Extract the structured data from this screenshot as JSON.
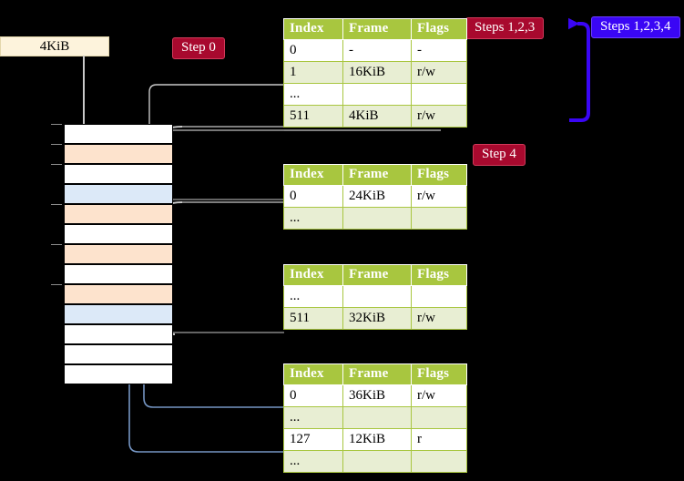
{
  "labels": {
    "kib_box": "4KiB",
    "step0": "Step 0",
    "steps123": "Steps 1,2,3",
    "steps1234": "Steps 1,2,3,4",
    "step4": "Step 4"
  },
  "colors": {
    "badge_red": "#a8092e",
    "badge_blue": "#3a06f5",
    "table_header": "#a8c63f",
    "table_alt_row": "#e8eed3",
    "highlight": "#fbf58c",
    "memory_orange": "#fde3cd",
    "memory_blue": "#dce9f8",
    "connector_grey": "#b0b0b0",
    "connector_blue": "#7596c4",
    "arrow_purple": "#3a06f5",
    "kib_fill": "#fdf3dc"
  },
  "tables": [
    {
      "name": "pml4-table",
      "headers": [
        "Index",
        "Frame",
        "Flags"
      ],
      "rows": [
        {
          "cells": [
            "0",
            "-",
            "-"
          ],
          "alt": false,
          "highlight": false
        },
        {
          "cells": [
            "1",
            "16KiB",
            "r/w"
          ],
          "alt": true,
          "highlight": false
        },
        {
          "cells": [
            "...",
            "",
            ""
          ],
          "alt": false,
          "highlight": false
        },
        {
          "cells": [
            "511",
            "4KiB",
            "r/w"
          ],
          "alt": true,
          "highlight": true
        }
      ]
    },
    {
      "name": "pdp-table",
      "headers": [
        "Index",
        "Frame",
        "Flags"
      ],
      "rows": [
        {
          "cells": [
            "0",
            "24KiB",
            "r/w"
          ],
          "alt": false,
          "highlight": false
        },
        {
          "cells": [
            "...",
            "",
            ""
          ],
          "alt": true,
          "highlight": false
        }
      ]
    },
    {
      "name": "pd-table",
      "headers": [
        "Index",
        "Frame",
        "Flags"
      ],
      "rows": [
        {
          "cells": [
            "...",
            "",
            ""
          ],
          "alt": false,
          "highlight": false
        },
        {
          "cells": [
            "511",
            "32KiB",
            "r/w"
          ],
          "alt": true,
          "highlight": false
        }
      ]
    },
    {
      "name": "pt-table",
      "headers": [
        "Index",
        "Frame",
        "Flags"
      ],
      "rows": [
        {
          "cells": [
            "0",
            "36KiB",
            "r/w"
          ],
          "alt": false,
          "highlight": false
        },
        {
          "cells": [
            "...",
            "",
            ""
          ],
          "alt": true,
          "highlight": false
        },
        {
          "cells": [
            "127",
            "12KiB",
            "r"
          ],
          "alt": false,
          "highlight": false
        },
        {
          "cells": [
            "...",
            "",
            ""
          ],
          "alt": true,
          "highlight": false
        }
      ]
    }
  ],
  "memory": {
    "name": "physical-memory-column",
    "row_count": 13,
    "row_fills": [
      "white",
      "orange",
      "white",
      "blue",
      "orange",
      "white",
      "orange",
      "white",
      "orange",
      "blue",
      "white",
      "white",
      "white"
    ]
  }
}
